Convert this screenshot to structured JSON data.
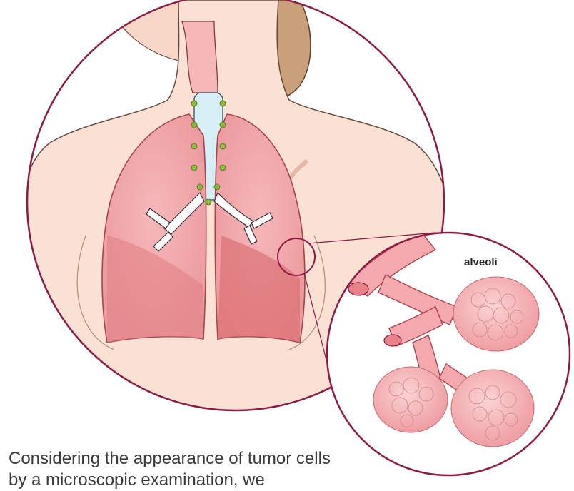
{
  "labels": {
    "alveoli": "alveoli"
  },
  "caption": {
    "text": "Considering the appearance of tumor cells by a microscopic examination, we"
  },
  "colors": {
    "circle_border": "#8e1b44",
    "lung_pink": "#f2a3a6",
    "lung_dark": "#d9686c",
    "skin": "#fbe1d4",
    "hair": "#c9a07a",
    "cartilage_green": "#8fbf3a",
    "trachea_blue": "#d7eef6",
    "alveoli_pink": "#f7b9bb"
  },
  "icons": [
    "respiratory-system-illustration",
    "alveoli-magnification"
  ]
}
